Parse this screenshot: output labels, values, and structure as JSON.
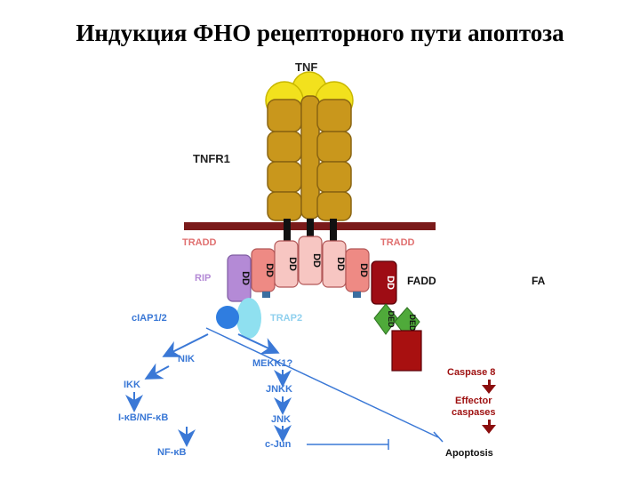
{
  "title": "Индукция ФНО рецепторного пути апоптоза",
  "labels": {
    "tnf": "TNF",
    "tnfr1": "TNFR1",
    "tradd_left": "TRADD",
    "tradd_right": "TRADD",
    "rip": "RIP",
    "fadd": "FADD",
    "fa": "FA",
    "ciap": "cIAP1/2",
    "trap2": "TRAP2",
    "nik": "NIK",
    "mekk": "MEKK1?",
    "ikk": "IKK",
    "jnkk": "JNKK",
    "ikb": "I-κB/NF-κB",
    "jnk": "JNK",
    "nfkb": "NF-κB",
    "cjun": "c-Jun",
    "casp8": "Caspase 8",
    "effector1": "Effector",
    "effector2": "caspases",
    "apoptosis": "Apoptosis"
  },
  "domains": {
    "dd": "DD",
    "ded": "DED"
  },
  "colors": {
    "tnf": "#f2e11d",
    "receptor": "#c9971c",
    "membrane": "#7a1a1a",
    "tradd_text": "#e07070",
    "rip": "#b48ad6",
    "fadd": "#9e0c14",
    "ded": "#4faa3a",
    "ciap": "#2f7de0",
    "trap2": "#8fe0f0",
    "blue_text": "#3a78d6",
    "red_text": "#9e1010"
  }
}
